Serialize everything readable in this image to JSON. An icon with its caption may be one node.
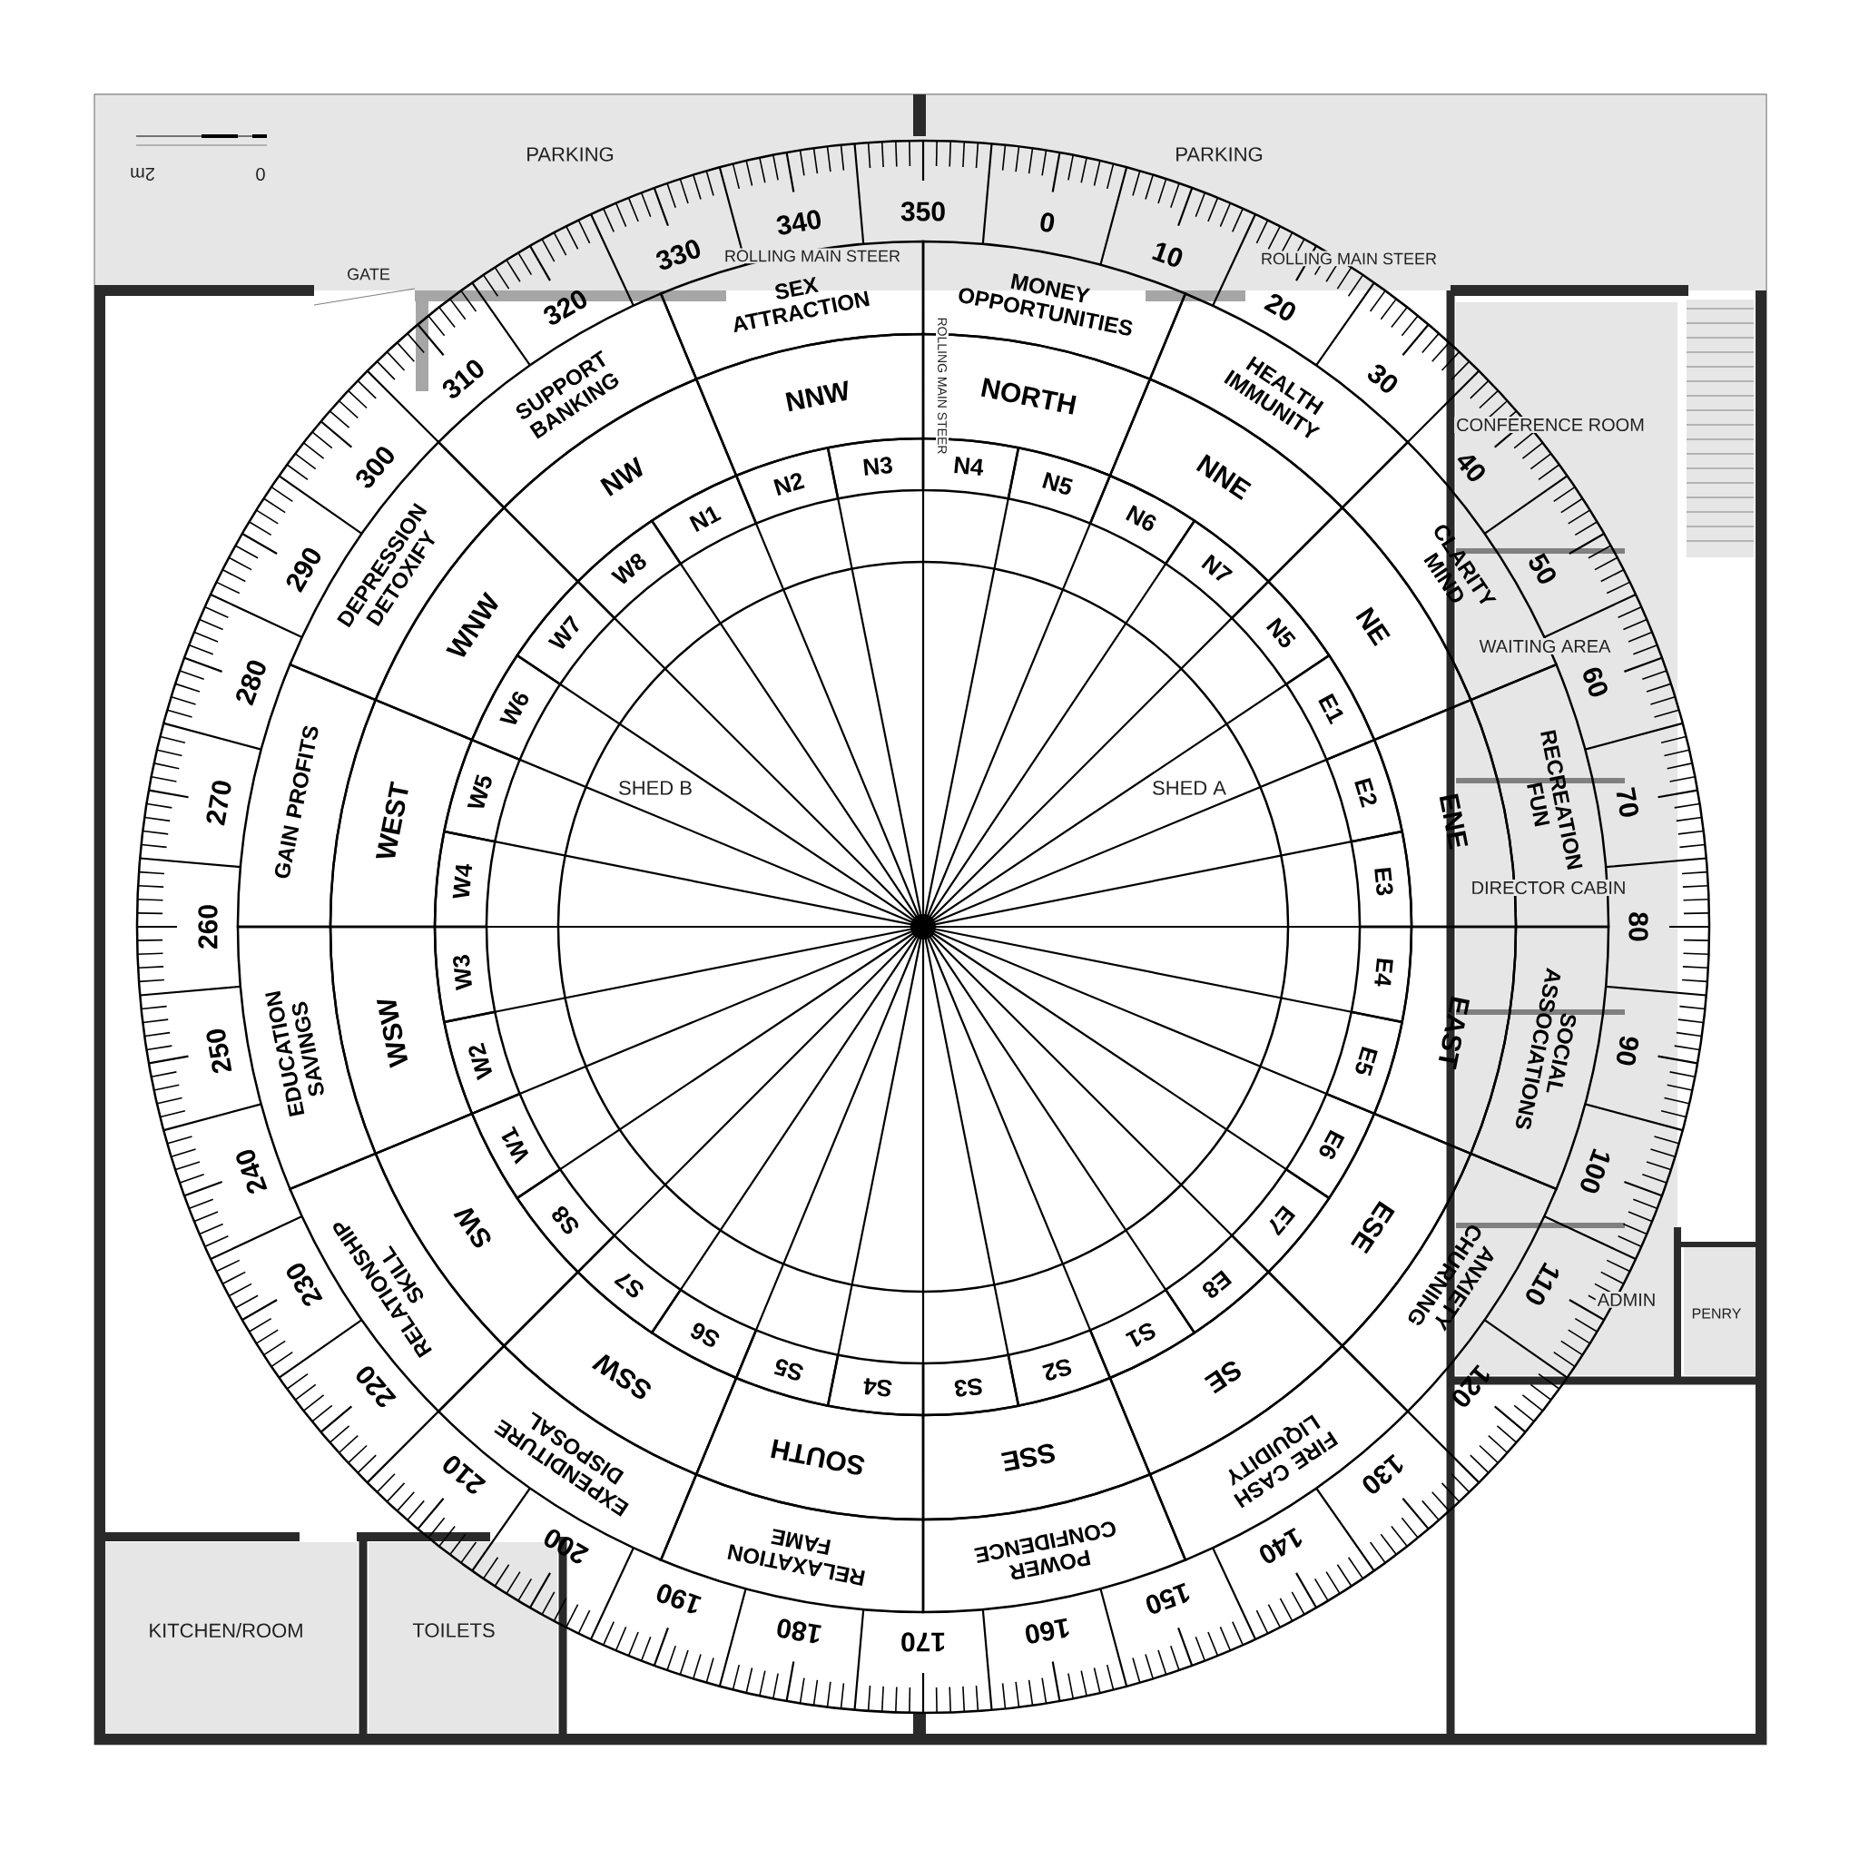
{
  "diagram": {
    "nodes": [
      {
        "text": [
          "MONEY OPPORTUNITIES"
        ]
      },
      {
        "text": [
          "HEALTH IMMUNITY"
        ]
      },
      {
        "text": [
          "CLARITY MIND"
        ]
      },
      {
        "text": [
          "RECREATION FUN"
        ]
      },
      {
        "text": [
          "SOCIAL ASSOCIATIONS"
        ]
      },
      {
        "text": [
          "ANXIETY CHURNING"
        ]
      },
      {
        "text": [
          "FIRE CASH LIQUIDITY"
        ]
      },
      {
        "text": [
          "POWER CONFIDENCE"
        ]
      },
      {
        "text": [
          "RELAXATION FAME"
        ]
      },
      {
        "text": [
          "EXPENDITURE DISPOSAL"
        ]
      },
      {
        "text": [
          "RELATIONSHIP SKILL"
        ]
      },
      {
        "text": [
          "EDUCATION SAVINGS"
        ]
      },
      {
        "text": [
          "GAIN PROFITS"
        ]
      },
      {
        "text": [
          "DEPRESSION DETOXIFY"
        ]
      },
      {
        "text": [
          "SUPPORT BANKING"
        ]
      },
      {
        "text": [
          "SEX ATTRACTION"
        ]
      },
      {
        "text": [
          "NORTH"
        ]
      },
      {
        "text": [
          "NNE"
        ]
      },
      {
        "text": [
          "NE"
        ]
      },
      {
        "text": [
          "ENE"
        ]
      },
      {
        "text": [
          "EAST"
        ]
      },
      {
        "text": [
          "ESE"
        ]
      },
      {
        "text": [
          "SE"
        ]
      },
      {
        "text": [
          "SSE"
        ]
      },
      {
        "text": [
          "SOUTH"
        ]
      },
      {
        "text": [
          "SSW"
        ]
      },
      {
        "text": [
          "SW"
        ]
      },
      {
        "text": [
          "WSW"
        ]
      },
      {
        "text": [
          "WEST"
        ]
      },
      {
        "text": [
          "WNW"
        ]
      },
      {
        "text": [
          "NW"
        ]
      },
      {
        "text": [
          "NNW"
        ]
      },
      {
        "text": [
          "N4"
        ]
      },
      {
        "text": [
          "N5"
        ]
      },
      {
        "text": [
          "N6"
        ]
      },
      {
        "text": [
          "N7"
        ]
      },
      {
        "text": [
          "N5"
        ]
      },
      {
        "text": [
          "E1"
        ]
      },
      {
        "text": [
          "E2"
        ]
      },
      {
        "text": [
          "E3"
        ]
      },
      {
        "text": [
          "E4"
        ]
      },
      {
        "text": [
          "E5"
        ]
      },
      {
        "text": [
          "E6"
        ]
      },
      {
        "text": [
          "E7"
        ]
      },
      {
        "text": [
          "E8"
        ]
      },
      {
        "text": [
          "S1"
        ]
      },
      {
        "text": [
          "S2"
        ]
      },
      {
        "text": [
          "S3"
        ]
      },
      {
        "text": [
          "S4"
        ]
      },
      {
        "text": [
          "S5"
        ]
      },
      {
        "text": [
          "S6"
        ]
      },
      {
        "text": [
          "S7"
        ]
      },
      {
        "text": [
          "S8"
        ]
      },
      {
        "text": [
          "W1"
        ]
      },
      {
        "text": [
          "W2"
        ]
      },
      {
        "text": [
          "W3"
        ]
      },
      {
        "text": [
          "W4"
        ]
      },
      {
        "text": [
          "W5"
        ]
      },
      {
        "text": [
          "W6"
        ]
      },
      {
        "text": [
          "W7"
        ]
      },
      {
        "text": [
          "W8"
        ]
      },
      {
        "text": [
          "N1"
        ]
      },
      {
        "text": [
          "N2"
        ]
      },
      {
        "text": [
          "N3"
        ]
      }
    ],
    "labels": [
      "2m",
      "0",
      "PARKING",
      "PARKING",
      "GATE",
      "ROLLING MAIN STEER",
      "ROLLING MAIN STEER",
      "ROLLING MAIN STEER",
      "CONFERENCE ROOM",
      "WAITING AREA",
      "SHED B",
      "SHED A",
      "DIRECTOR CABIN",
      "ADMIN",
      "PENRY",
      "KITCHEN/ROOM",
      "TOILETS",
      "0",
      "10",
      "20",
      "30",
      "40",
      "50",
      "60",
      "70",
      "80",
      "90",
      "100",
      "110",
      "120",
      "130",
      "140",
      "150",
      "160",
      "170",
      "180",
      "190",
      "200",
      "210",
      "220",
      "230",
      "240",
      "250",
      "260",
      "270",
      "280",
      "290",
      "300",
      "310",
      "320",
      "330",
      "340",
      "350"
    ]
  }
}
